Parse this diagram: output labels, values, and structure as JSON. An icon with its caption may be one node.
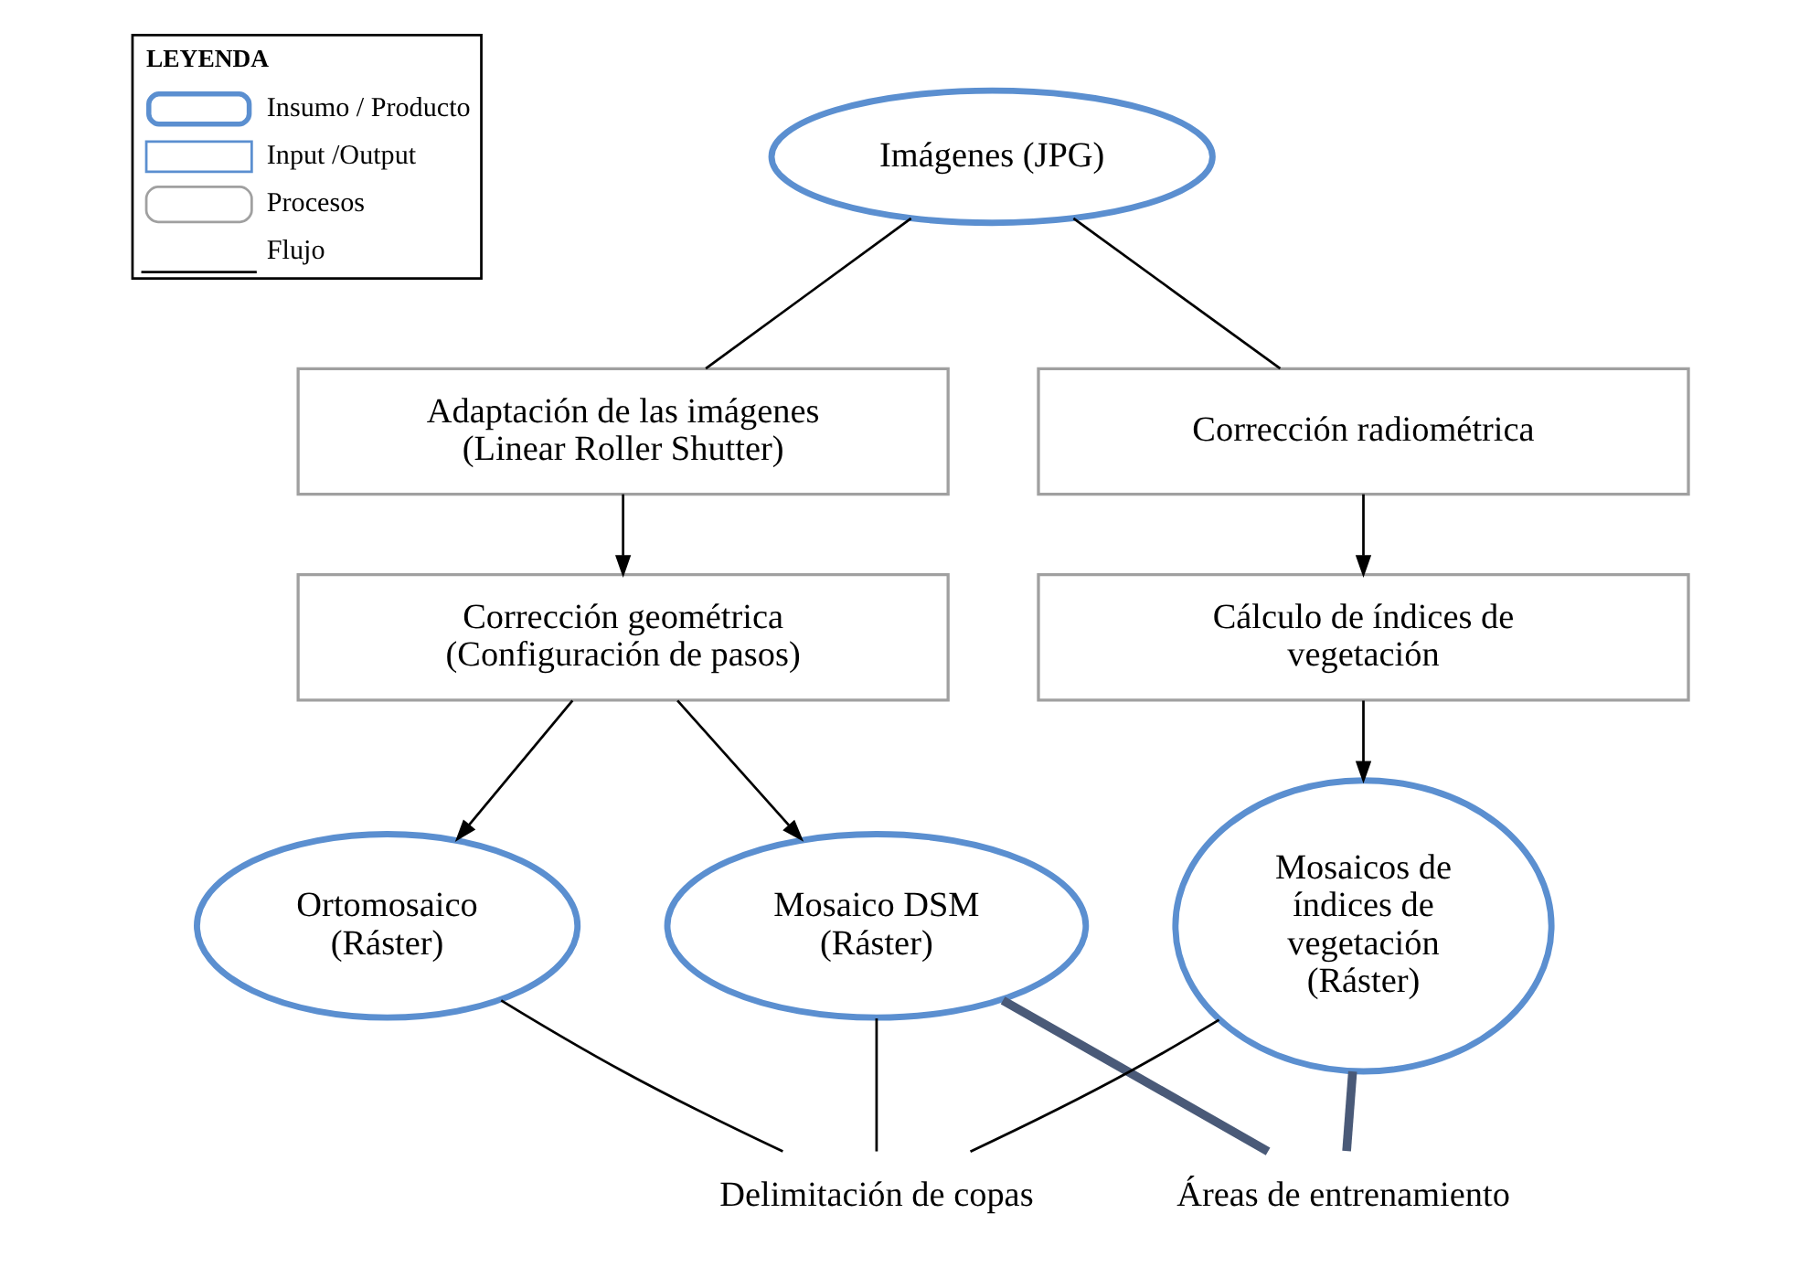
{
  "diagram": {
    "nodes": [
      {
        "text": [
          "Imágenes (JPG)"
        ]
      },
      {
        "text": [
          "Adaptación de las imágenes (Linear Roller Shutter)"
        ]
      },
      {
        "text": [
          "Corrección radiométrica"
        ]
      },
      {
        "text": [
          "Corrección geométrica (Configuración de pasos)"
        ]
      },
      {
        "text": [
          "Cálculo de índices de vegetación"
        ]
      },
      {
        "text": [
          "Ortomosaico (Ráster)"
        ]
      },
      {
        "text": [
          "Mosaico DSM (Ráster)"
        ]
      },
      {
        "text": [
          "Mosaicos de índices de vegetación (Ráster)"
        ]
      },
      {
        "text": [
          "Delimitación de copas"
        ]
      },
      {
        "text": [
          "Áreas de entrenamiento"
        ]
      }
    ],
    "edges": [
      {
        "from": 0,
        "to": 1,
        "arrow": "none"
      },
      {
        "from": 0,
        "to": 2,
        "arrow": "none"
      },
      {
        "from": 1,
        "to": 3,
        "arrow": "to"
      },
      {
        "from": 3,
        "to": 5,
        "arrow": "to"
      },
      {
        "from": 3,
        "to": 6,
        "arrow": "to"
      },
      {
        "from": 2,
        "to": 4,
        "arrow": "to"
      },
      {
        "from": 4,
        "to": 7,
        "arrow": "to"
      },
      {
        "from": 5,
        "to": 8,
        "arrow": "none"
      },
      {
        "from": 6,
        "to": 8,
        "arrow": "none"
      },
      {
        "from": 7,
        "to": 8,
        "arrow": "none"
      },
      {
        "from": 6,
        "to": 9,
        "arrow": "none",
        "style": "thick",
        "color": "#4a5a78"
      },
      {
        "from": 7,
        "to": 9,
        "arrow": "none",
        "style": "thick",
        "color": "#4a5a78"
      }
    ],
    "labels": [
      "LEYENDA"
    ],
    "legend": [
      {
        "text": "Insumo / Producto"
      },
      {
        "text": "Input /Output"
      },
      {
        "text": "Procesos"
      },
      {
        "text": "Flujo"
      }
    ]
  }
}
